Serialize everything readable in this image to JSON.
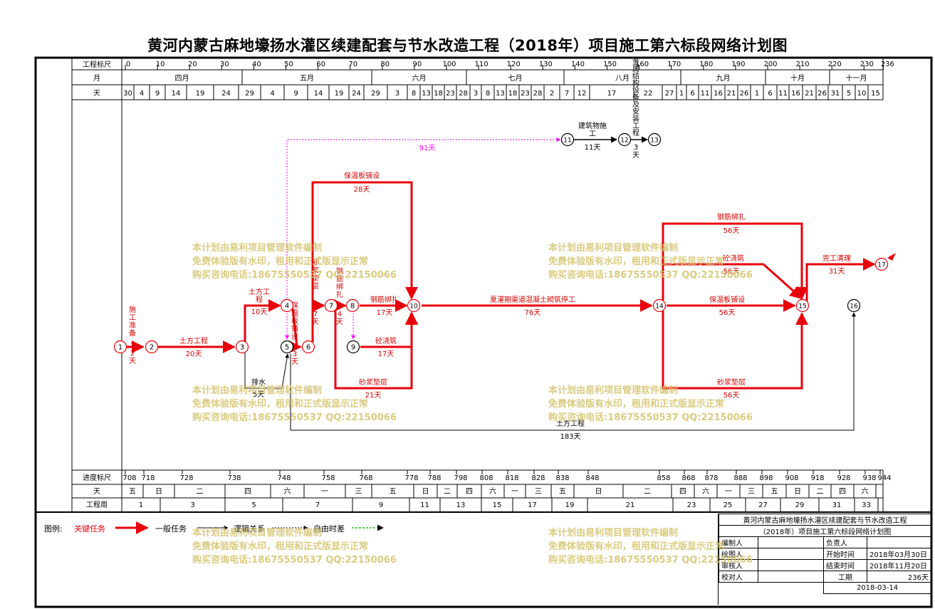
{
  "title": "黄河内蒙古麻地壕扬水灌区续建配套与节水改造工程（2018年）项目施工第六标段网络计划图",
  "top_header": {
    "scale_label": "工程标尺",
    "month_label": "月",
    "day_label": "天",
    "scale_ticks": [
      "0",
      "10",
      "20",
      "30",
      "40",
      "50",
      "60",
      "70",
      "80",
      "90",
      "100",
      "110",
      "120",
      "130",
      "140",
      "150",
      "160",
      "170",
      "180",
      "190",
      "200",
      "210",
      "220",
      "230",
      "236"
    ],
    "months": [
      "四月",
      "五月",
      "六月",
      "七月",
      "八月",
      "九月",
      "十月",
      "十一月"
    ],
    "days": [
      "30",
      "4",
      "9",
      "14",
      "19",
      "24",
      "29",
      "4",
      "9",
      "14",
      "19",
      "24",
      "29",
      "3",
      "8",
      "13",
      "18",
      "23",
      "28",
      "3",
      "8",
      "13",
      "18",
      "23",
      "28",
      "2",
      "7",
      "12",
      "17",
      "22",
      "27",
      "1",
      "6",
      "11",
      "16",
      "21",
      "26",
      "1",
      "6",
      "11",
      "16",
      "21",
      "26",
      "31",
      "5",
      "10",
      "15"
    ]
  },
  "bottom_header": {
    "progress_label": "进度标尺",
    "weekday_label": "天",
    "week_label": "工程周",
    "progress_ticks": [
      "708",
      "718",
      "728",
      "738",
      "748",
      "758",
      "768",
      "778",
      "788",
      "798",
      "808",
      "818",
      "828",
      "838",
      "848",
      "858",
      "868",
      "878",
      "888",
      "898",
      "908",
      "918",
      "928",
      "938",
      "944"
    ],
    "weekdays": [
      "五",
      "日",
      "二",
      "四",
      "六",
      "一",
      "三",
      "五",
      "日",
      "二",
      "四",
      "六",
      "一",
      "三",
      "五",
      "日",
      "二",
      "四",
      "六",
      "一",
      "三",
      "五",
      "日",
      "二",
      "四",
      "六"
    ],
    "weeks": [
      "1",
      "3",
      "5",
      "7",
      "9",
      "11",
      "13",
      "15",
      "17",
      "19",
      "21",
      "23",
      "25",
      "27",
      "29",
      "31",
      "33"
    ]
  },
  "nodes": [
    "1",
    "2",
    "3",
    "4",
    "5",
    "6",
    "7",
    "8",
    "9",
    "10",
    "11",
    "12",
    "13",
    "14",
    "15",
    "16",
    "17"
  ],
  "tasks": {
    "t1": {
      "name": "施工准备",
      "dur": "12天"
    },
    "t2": {
      "name": "土方工程",
      "dur": "20天"
    },
    "t3": {
      "name": "土方工程",
      "dur": "10天"
    },
    "t4": {
      "name": "排水",
      "dur": "5天"
    },
    "t5": {
      "name": "保温板铺设",
      "dur": "3天"
    },
    "t6": {
      "name": "砂浆垫层",
      "dur": "7天"
    },
    "t7": {
      "name": "钢筋绑扎",
      "dur": "4天"
    },
    "t8": {
      "name": "保温板铺设",
      "dur": "28天"
    },
    "t9": {
      "name": "钢筋绑扎",
      "dur": "17天"
    },
    "t10": {
      "name": "砼浇筑",
      "dur": "17天"
    },
    "t11": {
      "name": "砂浆垫层",
      "dur": "21天"
    },
    "t12": {
      "name": "夏灌期渠道混凝土砌筑停工",
      "dur": "76天"
    },
    "t13": {
      "name": "钢筋绑扎",
      "dur": "56天"
    },
    "t14": {
      "name": "砼浇筑",
      "dur": "56天"
    },
    "t15": {
      "name": "保温板铺设",
      "dur": "56天"
    },
    "t16": {
      "name": "砂浆垫层",
      "dur": "56天"
    },
    "t17": {
      "name": "完工清理",
      "dur": "31天"
    },
    "t18": {
      "name": "建筑物施工",
      "dur": "11天"
    },
    "t19": {
      "name": "金属结构设备及安装工程",
      "dur": "3天"
    },
    "t20": {
      "name": "土方工程",
      "dur": "183天"
    },
    "float": "91天"
  },
  "legend": {
    "prefix": "图例:",
    "critical": "关键任务",
    "general": "一般任务",
    "logic": "逻辑关系",
    "free_float": "自由时差"
  },
  "watermark": {
    "line1": "本计划由易利项目管理软件编制",
    "line2": "免费体验版有水印，租用和正式版显示正常",
    "line3": "购买咨询电话:18675550537 QQ:22150066"
  },
  "info": {
    "title1": "黄河内蒙古麻地壕扬水灌区续建配套与节水改造工程",
    "title2": "（2018年）项目施工第六标段网络计划图",
    "compiler": "编制人",
    "leader": "负责人",
    "drawer": "绘图人",
    "start_label": "开始时间",
    "start": "2018年03月30日",
    "reviewer": "审核人",
    "end_label": "结束时间",
    "end": "2018年11月20日",
    "checker": "校对人",
    "duration_label": "工期",
    "duration": "236天",
    "date": "2018-03-14"
  },
  "colors": {
    "critical": "#e8000b",
    "general": "#000000",
    "float": "#ff00ff",
    "watermark": "#d4c26a"
  }
}
